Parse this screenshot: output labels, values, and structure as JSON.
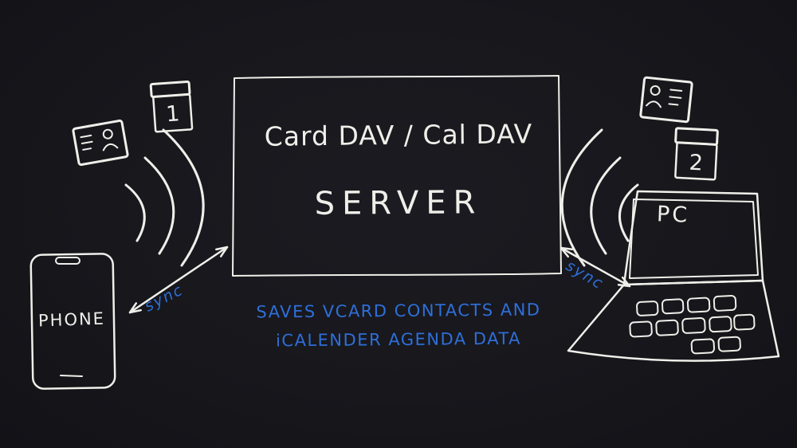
{
  "colors": {
    "background": "#17171c",
    "ink": "#efefea",
    "blue": "#2e6fd8",
    "yellow": "#c49a2b",
    "red": "#c2292e"
  },
  "server": {
    "title": "Card DAV / Cal DAV",
    "subtitle": "SERVER"
  },
  "phone": {
    "label": "PHONE"
  },
  "pc": {
    "label": "PC"
  },
  "sync_left": {
    "label": "sync"
  },
  "sync_right": {
    "label": "sync"
  },
  "tagline": {
    "line1": "SAVES VCARD CONTACTS AND",
    "line2": "iCALENDER AGENDA DATA"
  },
  "icons": {
    "left_contact_card": {
      "name": "contact-card-icon"
    },
    "right_contact_card": {
      "name": "contact-card-icon"
    },
    "left_calendar": {
      "name": "calendar-icon",
      "number": "1"
    },
    "right_calendar": {
      "name": "calendar-icon",
      "number": "2"
    }
  }
}
